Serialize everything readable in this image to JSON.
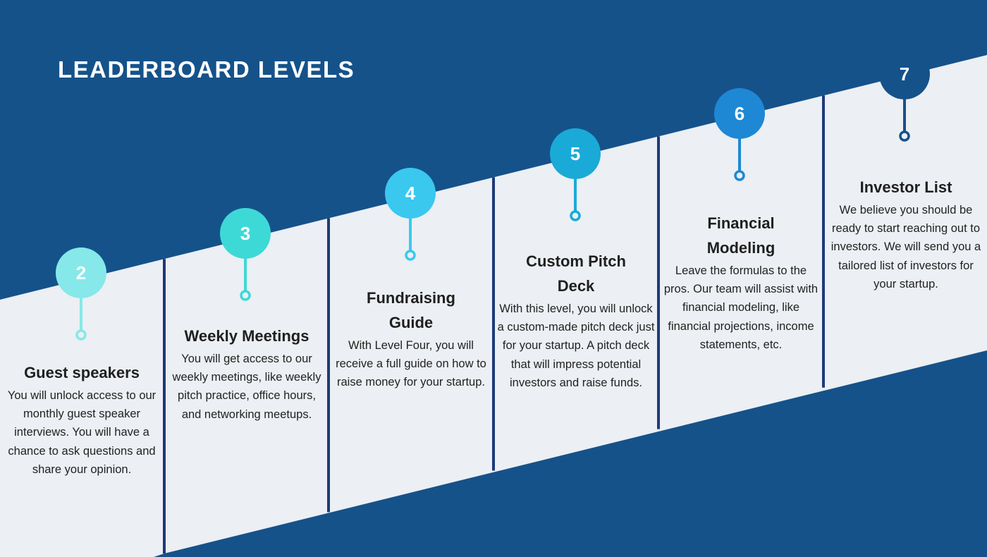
{
  "title": "LEADERBOARD LEVELS",
  "colors": {
    "background": "#15528a",
    "band": "#eceff3",
    "divider": "#1e3a78"
  },
  "levels": [
    {
      "number": "2",
      "color": "#86e8e8",
      "heading": "Guest speakers",
      "text": "You will unlock access to our monthly guest speaker interviews. You will have a chance to ask questions and share your opinion."
    },
    {
      "number": "3",
      "color": "#3dd9d6",
      "heading": "Weekly Meetings",
      "text": "You will get access to our weekly meetings, like weekly pitch practice, office hours, and networking meetups."
    },
    {
      "number": "4",
      "color": "#3ac8ef",
      "heading": "Fundraising Guide",
      "text": "With Level Four, you will receive a full guide on how to raise money for your startup."
    },
    {
      "number": "5",
      "color": "#1aaad8",
      "heading": "Custom Pitch Deck",
      "text": "With this level, you will unlock a custom-made pitch deck just for your startup. A pitch deck that will impress potential investors and raise funds."
    },
    {
      "number": "6",
      "color": "#1e88d4",
      "heading": "Financial Modeling",
      "text": "Leave the formulas to the pros. Our team will assist with financial modeling, like financial projections, income statements, etc."
    },
    {
      "number": "7",
      "color": "#15528a",
      "heading": "Investor List",
      "text": "We believe you should be ready to start reaching out to investors. We will send you a tailored list of investors for your startup."
    }
  ]
}
